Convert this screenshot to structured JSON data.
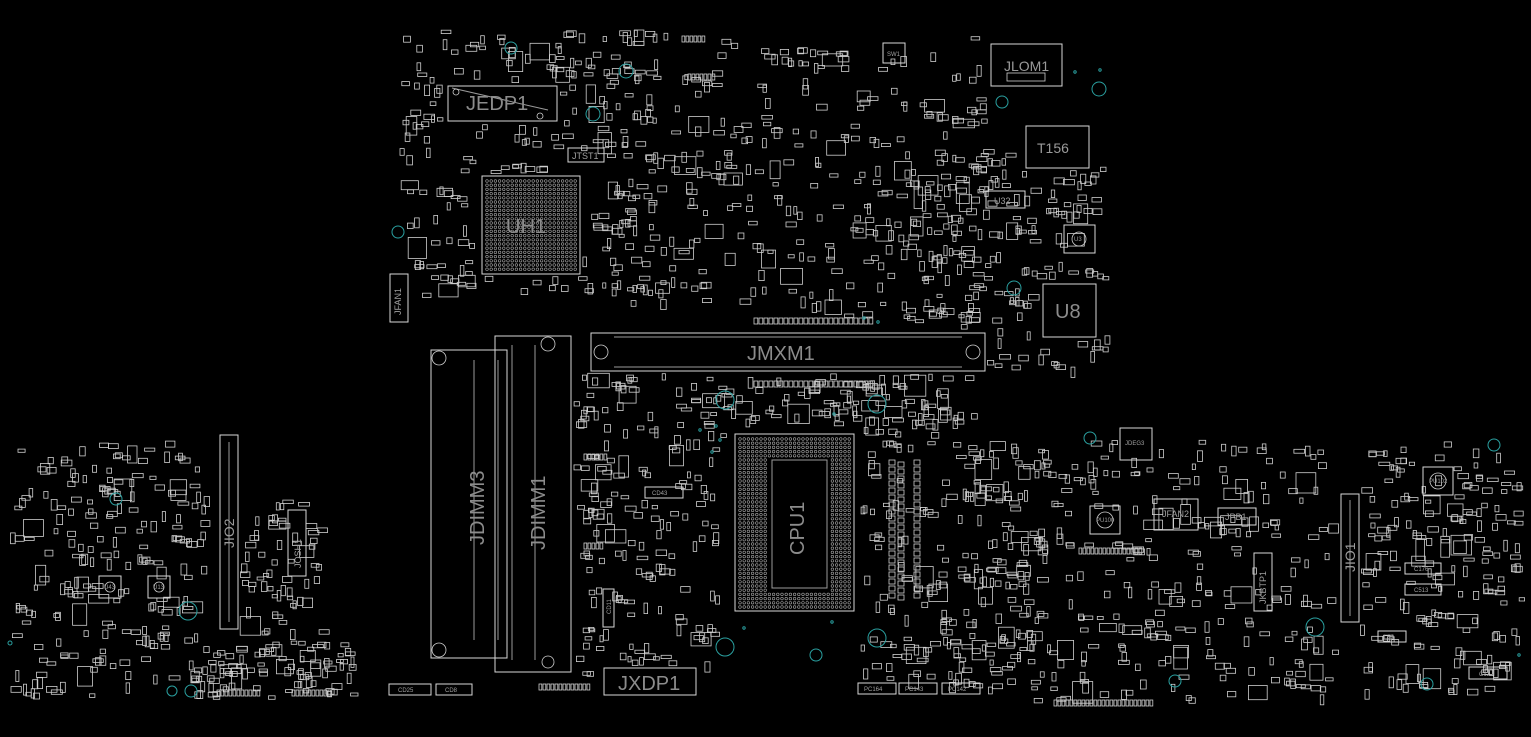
{
  "board": {
    "background": "#000000",
    "outline_color": "#d8d8d8",
    "hole_color": "#2aa0a0",
    "label_color": "#8c8c8c"
  },
  "labels": {
    "jedp1": "JEDP1",
    "jtst1": "JTST1",
    "uh1": "UH1",
    "jfan1": "JFAN1",
    "jlom1": "JLOM1",
    "sw1": "SW1",
    "t156": "T156",
    "u32": "U32",
    "u3": "U3",
    "u8": "U8",
    "jmxm1": "JMXM1",
    "jdimm3": "JDIMM3",
    "jdimm1": "JDIMM1",
    "cpu1": "CPU1",
    "cd43": "CD43",
    "cd11": "CD11",
    "jxdp1": "JXDP1",
    "jio2": "JIO2",
    "josh1": "JOSH1",
    "jio1": "JIO1",
    "jfan2": "JFAN2",
    "jpb1": "JPB1",
    "jkbtp1": "JKBTP1",
    "u43": "U43",
    "u13": "U13",
    "pu100": "PU100",
    "pu102": "PU102",
    "c176": "C176",
    "c513": "C513",
    "l32": "L32",
    "c12": "C12",
    "cd25": "CD25",
    "cd8": "CD8",
    "pc164": "PC164",
    "pc143": "PC143",
    "pc142": "PC142",
    "jdeg3": "JDEG3"
  }
}
